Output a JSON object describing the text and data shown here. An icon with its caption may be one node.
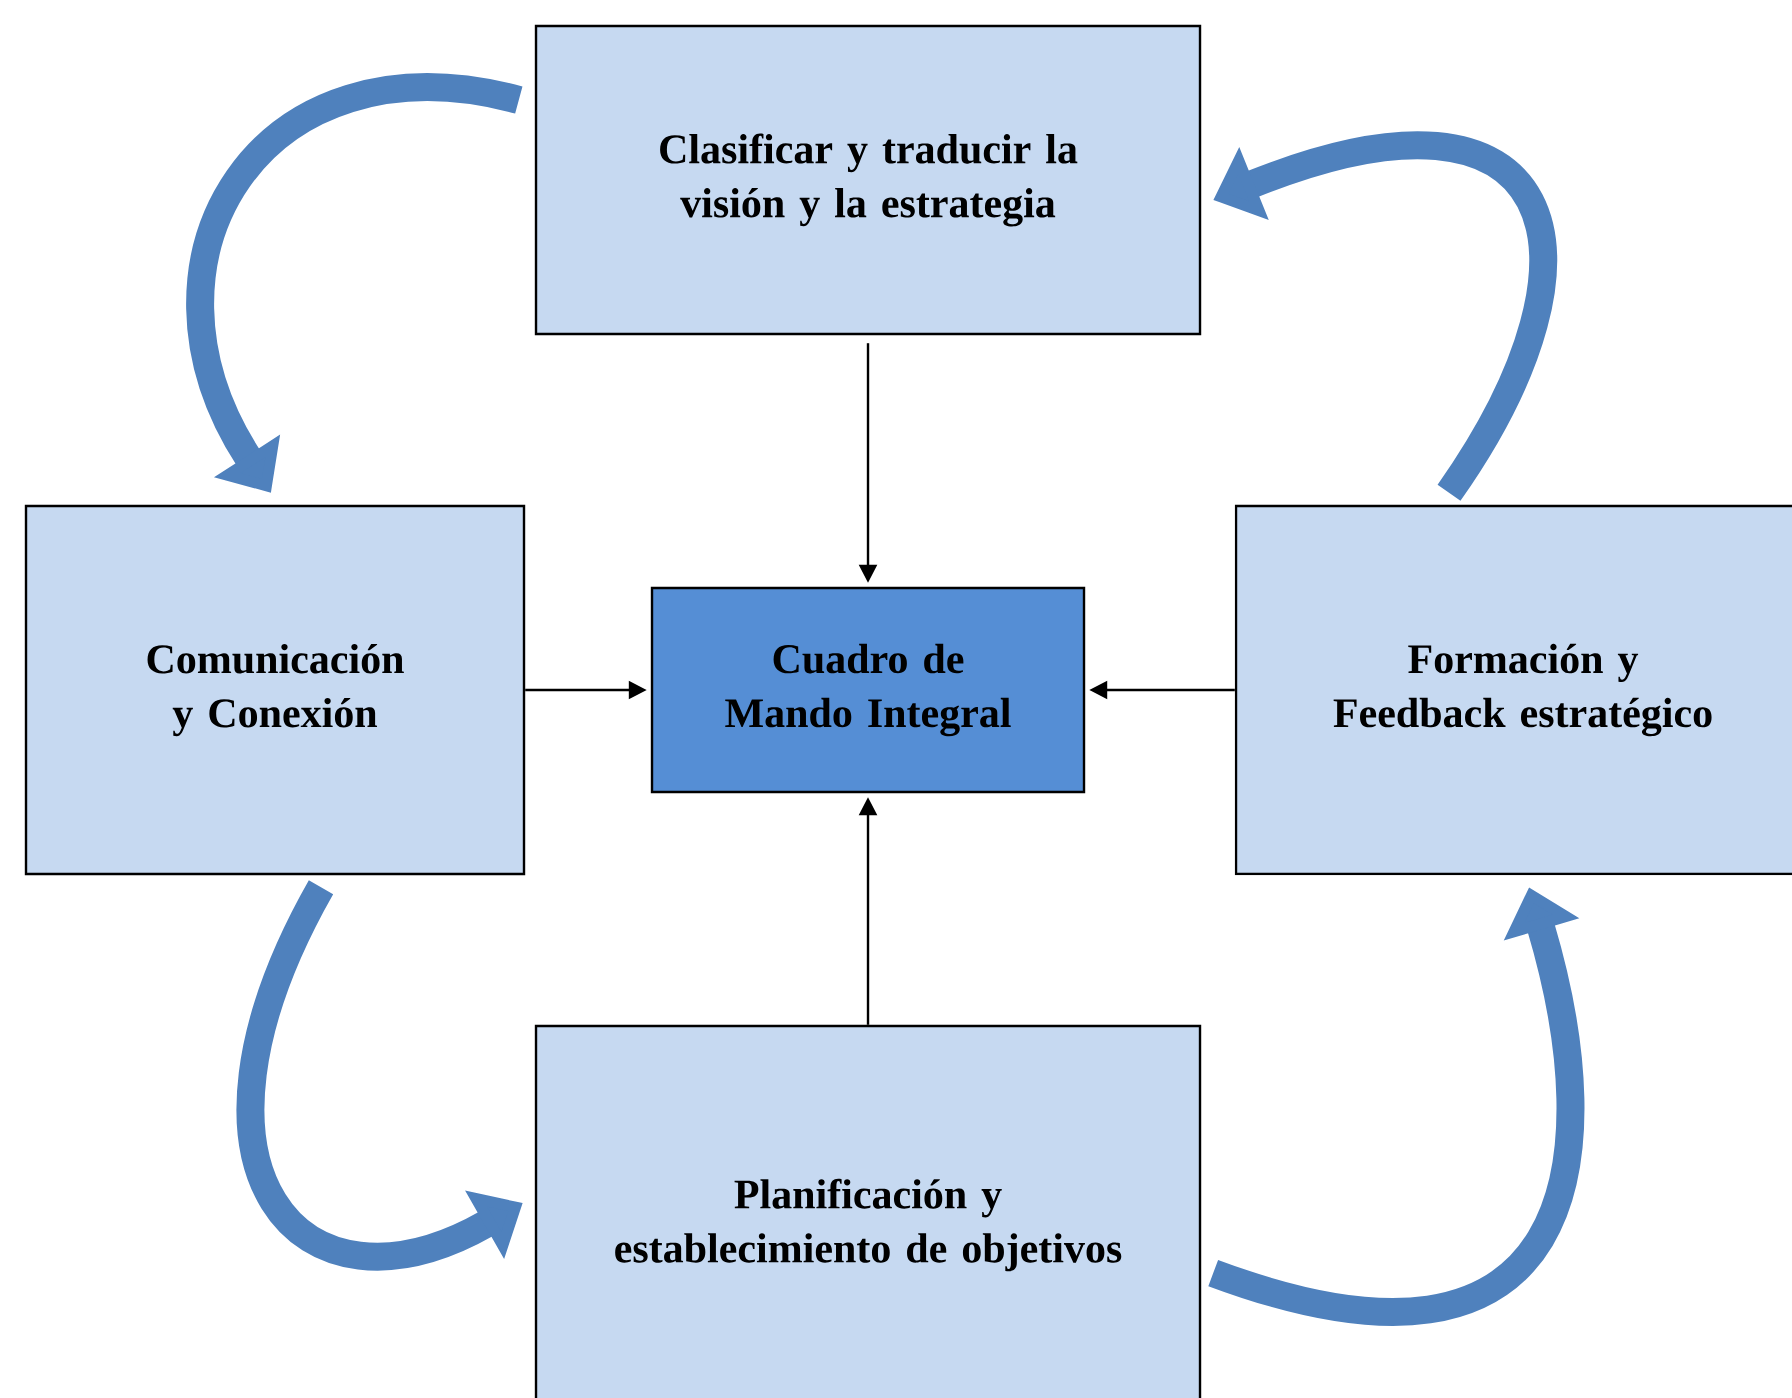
{
  "diagram": {
    "nodes": [
      {
        "text": [
          "Clasificar y traducir la visión y la estrategia"
        ]
      },
      {
        "text": [
          "Comunicación y Conexión"
        ]
      },
      {
        "text": [
          "Cuadro de Mando Integral"
        ]
      },
      {
        "text": [
          "Formación y Feedback estratégico"
        ]
      },
      {
        "text": [
          "Planificación y establecimiento de objetivos"
        ]
      }
    ],
    "edges": [
      {
        "from": 0,
        "to": 2,
        "arrow": "to"
      },
      {
        "from": 1,
        "to": 2,
        "arrow": "to"
      },
      {
        "from": 3,
        "to": 2,
        "arrow": "to"
      },
      {
        "from": 4,
        "to": 2,
        "arrow": "to"
      },
      {
        "from": 0,
        "to": 1,
        "arrow": "to",
        "style": "thick",
        "color": "#4f81bd"
      },
      {
        "from": 1,
        "to": 4,
        "arrow": "to",
        "style": "thick",
        "color": "#4f81bd"
      },
      {
        "from": 4,
        "to": 3,
        "arrow": "to",
        "style": "thick",
        "color": "#4f81bd"
      },
      {
        "from": 3,
        "to": 0,
        "arrow": "to",
        "style": "thick",
        "color": "#4f81bd"
      }
    ]
  }
}
